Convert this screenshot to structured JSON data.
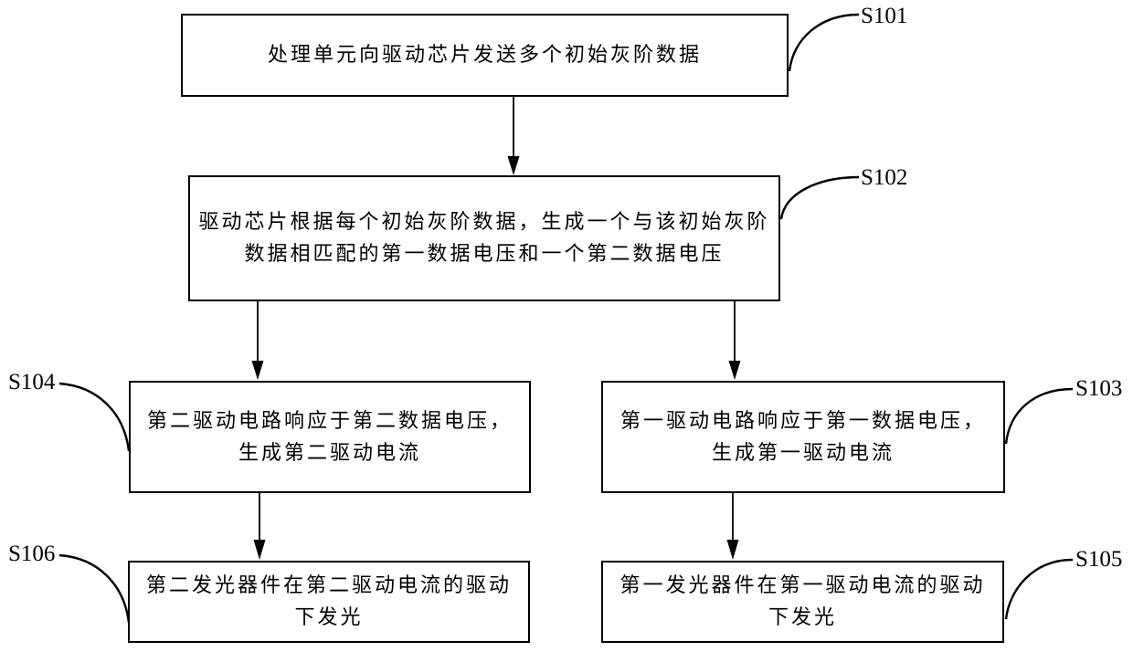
{
  "figure": {
    "type": "flowchart",
    "background_color": "#ffffff",
    "line_color": "#000000",
    "text_color": "#000000"
  },
  "steps": [
    {
      "id": "S101",
      "label": "S101",
      "lines": [
        "处理单元向驱动芯片发送多个初始灰阶数据"
      ]
    },
    {
      "id": "S102",
      "label": "S102",
      "lines": [
        "驱动芯片根据每个初始灰阶数据，生成一个与该初始灰阶",
        "数据相匹配的第一数据电压和一个第二数据电压"
      ]
    },
    {
      "id": "S103",
      "label": "S103",
      "lines": [
        "第一驱动电路响应于第一数据电压，",
        "生成第一驱动电流"
      ]
    },
    {
      "id": "S104",
      "label": "S104",
      "lines": [
        "第二驱动电路响应于第二数据电压，",
        "生成第二驱动电流"
      ]
    },
    {
      "id": "S105",
      "label": "S105",
      "lines": [
        "第一发光器件在第一驱动电流的驱动",
        "下发光"
      ]
    },
    {
      "id": "S106",
      "label": "S106",
      "lines": [
        "第二发光器件在第二驱动电流的驱动",
        "下发光"
      ]
    }
  ],
  "flow": [
    "S101 -> S102",
    "S102 -> S104 (left branch)",
    "S102 -> S103 (right branch)",
    "S104 -> S106",
    "S103 -> S105"
  ]
}
